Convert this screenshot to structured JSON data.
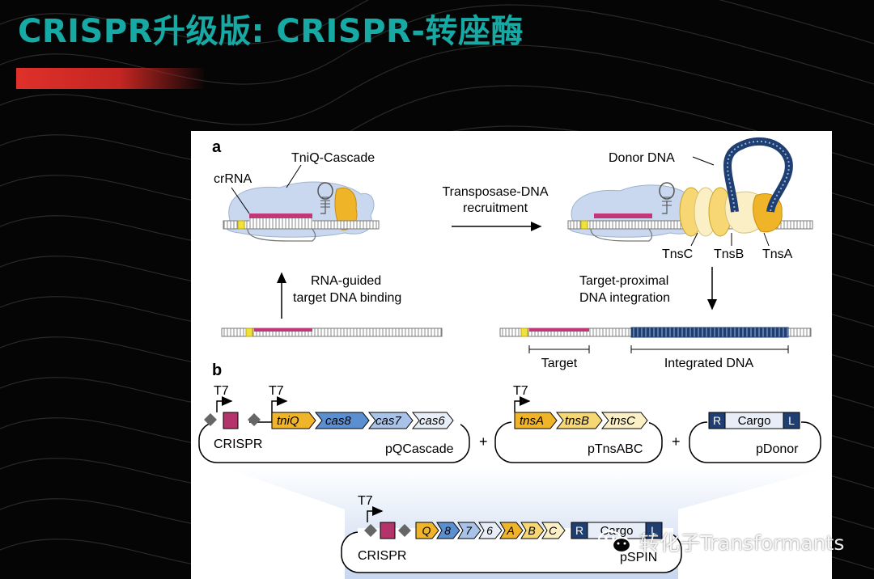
{
  "slide": {
    "title": "CRISPR升级版: CRISPR-转座酶"
  },
  "figure": {
    "panel_a": {
      "label": "a",
      "tniq_cascade": "TniQ-Cascade",
      "crrna": "crRNA",
      "recruitment_line1": "Transposase-DNA",
      "recruitment_line2": "recruitment",
      "donor_dna": "Donor DNA",
      "tnsc": "TnsC",
      "tnsb": "TnsB",
      "tnsa": "TnsA",
      "binding_line1": "RNA-guided",
      "binding_line2": "target DNA binding",
      "integration_line1": "Target-proximal",
      "integration_line2": "DNA integration",
      "target": "Target",
      "integrated_dna": "Integrated DNA"
    },
    "panel_b": {
      "label": "b",
      "t7": "T7",
      "crispr": "CRISPR",
      "genes_cascade": [
        "tniQ",
        "cas8",
        "cas7",
        "cas6"
      ],
      "pqcascade": "pQCascade",
      "genes_tns": [
        "tnsA",
        "tnsB",
        "tnsC"
      ],
      "ptnsabc": "pTnsABC",
      "plus": "+",
      "r": "R",
      "cargo": "Cargo",
      "l": "L",
      "pdonor": "pDonor",
      "spin_genes": [
        "Q",
        "8",
        "7",
        "6",
        "A",
        "B",
        "C"
      ],
      "pspin": "pSPIN"
    },
    "colors": {
      "tniq": "#f0b429",
      "cas8": "#5b8fcf",
      "cas7": "#a9c3e8",
      "cas6": "#e8eef7",
      "tnsA": "#f0b429",
      "tnsB": "#f7d774",
      "tnsC": "#fbefc6",
      "crispr": "#b5336b",
      "donor": "#1f3f73",
      "cascade_blob": "#c9d8ee"
    }
  },
  "watermark": {
    "text": "转化子Transformants",
    "icon": "wechat-icon"
  }
}
